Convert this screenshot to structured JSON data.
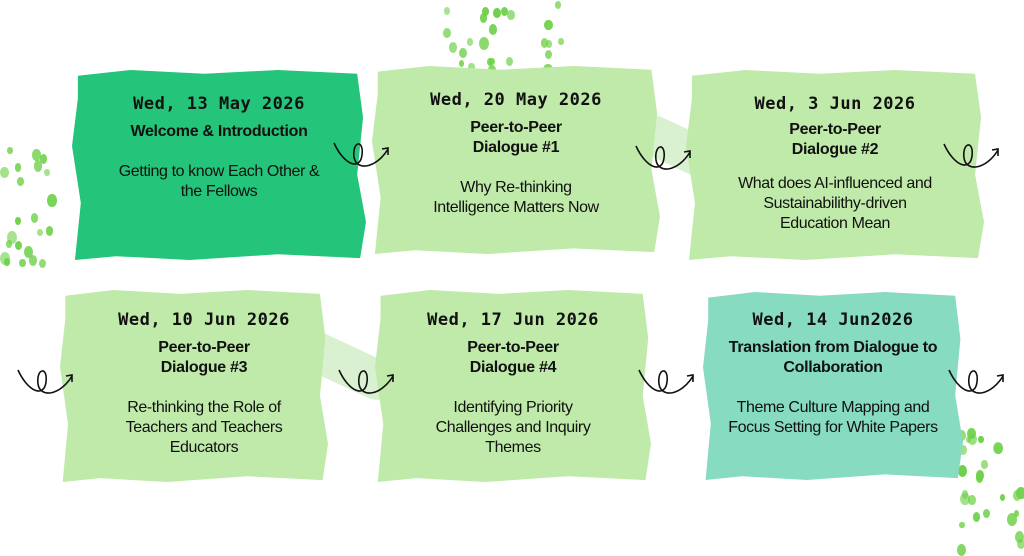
{
  "colors": {
    "dark_green": "#24c47a",
    "light_green": "#bfeaa9",
    "teal": "#86dbc0",
    "dots": "#6fd14a"
  },
  "sessions": [
    {
      "date": "Wed, 13 May 2026",
      "title": "Welcome & Introduction",
      "desc": "Getting to know Each Other & the Fellows"
    },
    {
      "date": "Wed, 20 May 2026",
      "title": "Peer-to-Peer Dialogue #1",
      "desc": "Why Re-thinking Intelligence Matters Now"
    },
    {
      "date": "Wed, 3 Jun 2026",
      "title": "Peer-to-Peer Dialogue #2",
      "desc": "What does AI-influenced and Sustainabilithy-driven Education Mean"
    },
    {
      "date": "Wed, 10 Jun 2026",
      "title": "Peer-to-Peer Dialogue #3",
      "desc": "Re-thinking the Role of Teachers and Teachers Educators"
    },
    {
      "date": "Wed, 17 Jun 2026",
      "title": "Peer-to-Peer Dialogue #4",
      "desc": "Identifying Priority Challenges and Inquiry Themes"
    },
    {
      "date": "Wed, 14 Jun2026",
      "title": "Translation from Dialogue to Collaboration",
      "desc": "Theme Culture Mapping and Focus Setting for White Papers"
    }
  ]
}
